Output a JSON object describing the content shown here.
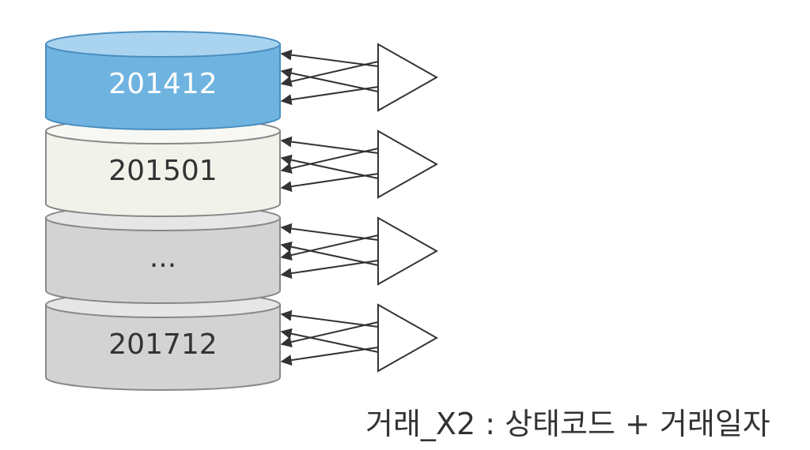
{
  "diagram": {
    "partitions": [
      {
        "label": "201412",
        "fill": "#6fb3e0",
        "top": "#a9d3ef",
        "text": "#ffffff",
        "edge": "#4a8ec0"
      },
      {
        "label": "201501",
        "fill": "#f1f2ea",
        "top": "#f7f8f3",
        "text": "#333333",
        "edge": "#888888"
      },
      {
        "label": "...",
        "fill": "#d3d3d3",
        "top": "#e6e6e6",
        "text": "#333333",
        "edge": "#888888"
      },
      {
        "label": "201712",
        "fill": "#d3d3d3",
        "top": "#e6e6e6",
        "text": "#333333",
        "edge": "#888888"
      }
    ],
    "arrow_color": "#333333"
  },
  "caption": "거래_X2 : 상태코드 + 거래일자"
}
